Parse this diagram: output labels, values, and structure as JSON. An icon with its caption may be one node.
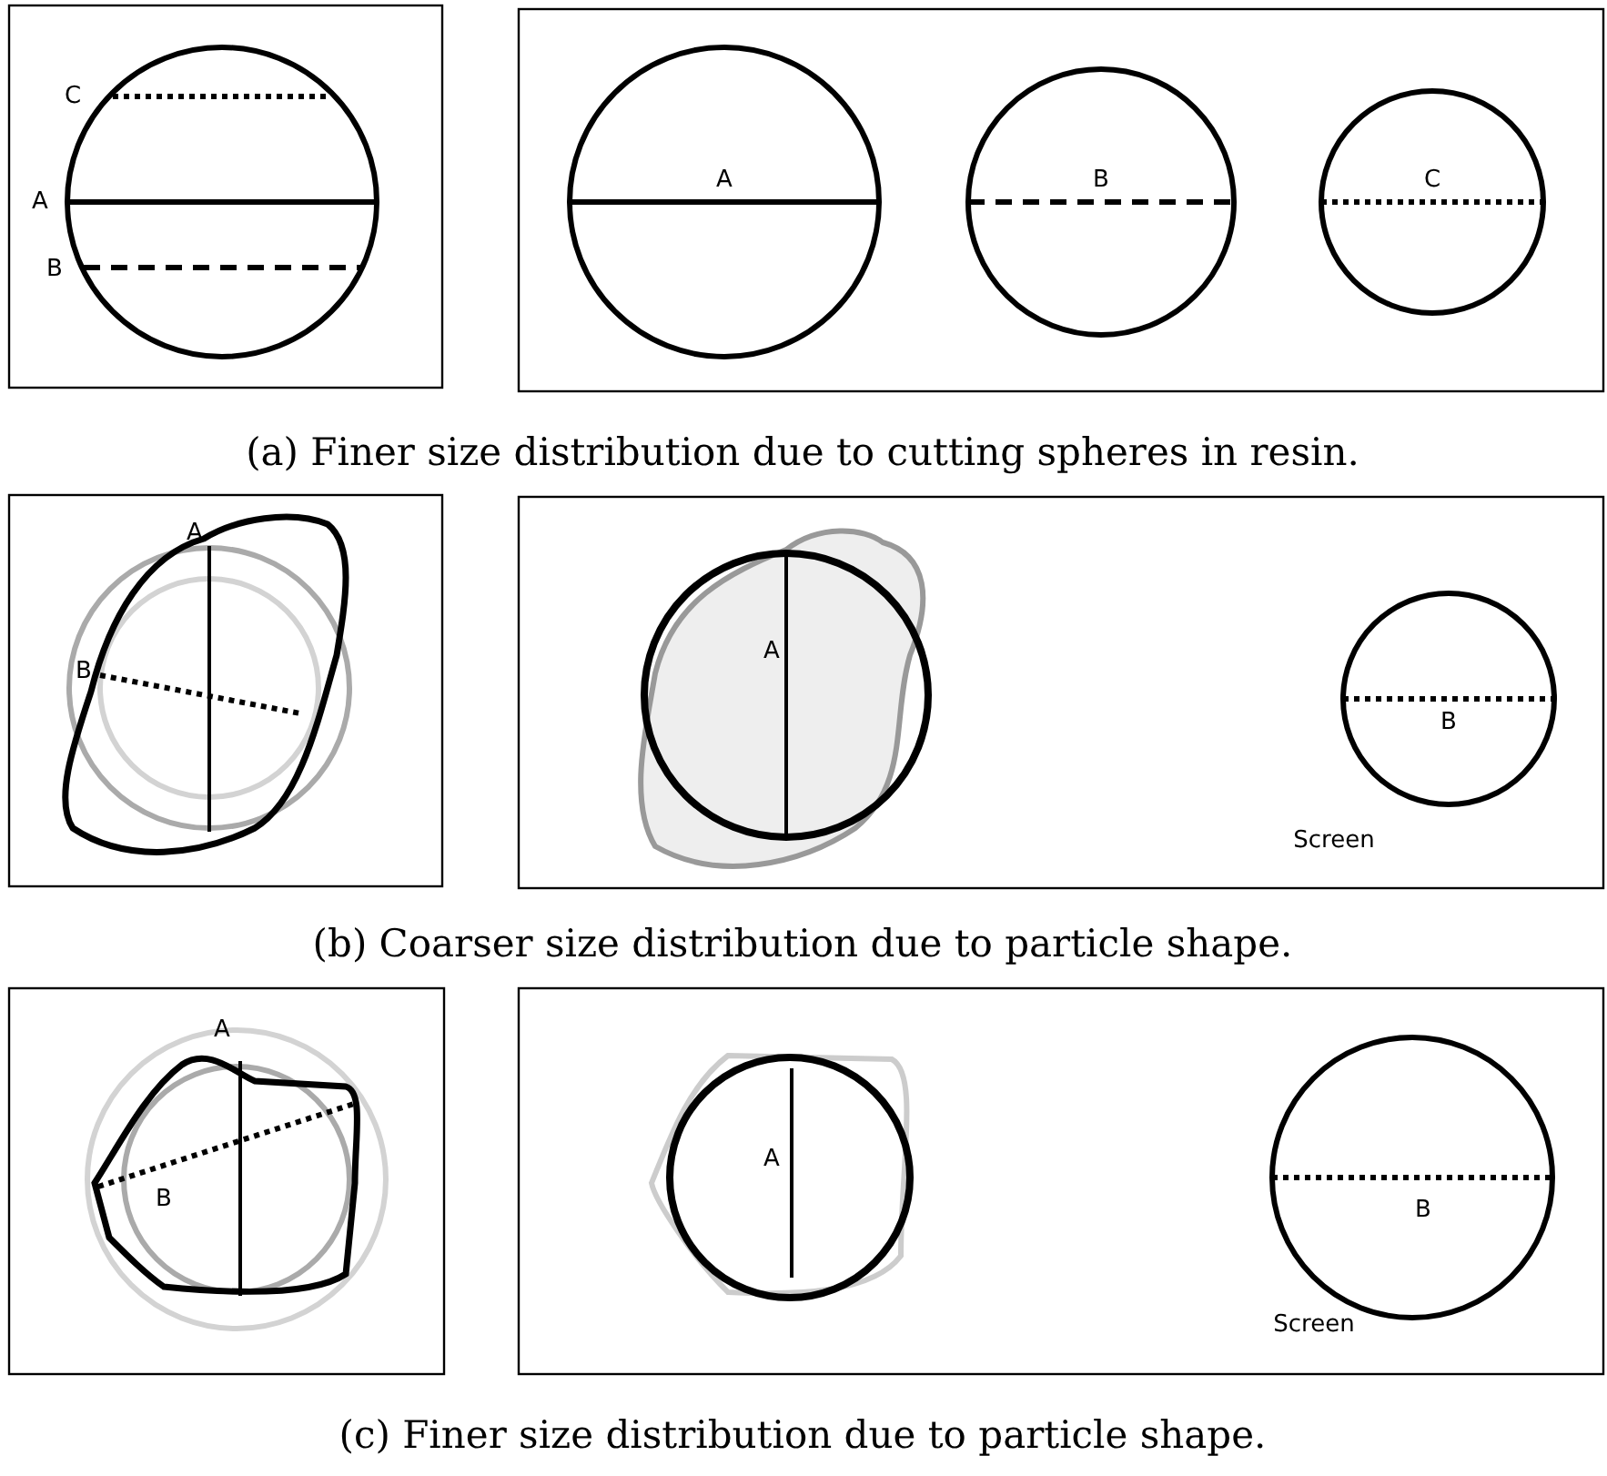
{
  "diagram": {
    "labels": [
      "C",
      "A",
      "B",
      "A",
      "B",
      "C",
      "(a) Finer size distribution due to cutting spheres in resin.",
      "A",
      "B",
      "A",
      "B",
      "Screen",
      "(b) Coarser size distribution due to particle shape.",
      "A",
      "B",
      "A",
      "B",
      "Screen",
      "(c) Finer size distribution due to particle shape."
    ]
  }
}
